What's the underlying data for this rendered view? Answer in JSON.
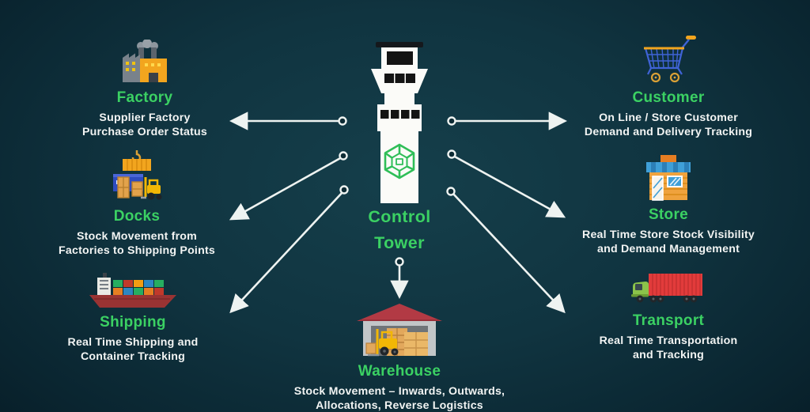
{
  "diagram": {
    "type": "hub-and-spoke supply chain control tower infographic",
    "center": {
      "title_line1": "Control",
      "title_line2": "Tower",
      "logo": "green hexagon box logo on tower shaft"
    },
    "nodes": [
      {
        "id": "factory",
        "title": "Factory",
        "desc_line1": "Supplier Factory",
        "desc_line2": "Purchase Order Status",
        "icon": "factory-icon",
        "side": "left-top"
      },
      {
        "id": "docks",
        "title": "Docks",
        "desc_line1": "Stock Movement from",
        "desc_line2": "Factories to Shipping Points",
        "icon": "docks-icon",
        "side": "left-middle"
      },
      {
        "id": "shipping",
        "title": "Shipping",
        "desc_line1": "Real Time Shipping and",
        "desc_line2": "Container Tracking",
        "icon": "cargo-ship-icon",
        "side": "left-bottom"
      },
      {
        "id": "customer",
        "title": "Customer",
        "desc_line1": "On Line / Store Customer",
        "desc_line2": "Demand and Delivery Tracking",
        "icon": "shopping-cart-icon",
        "side": "right-top"
      },
      {
        "id": "store",
        "title": "Store",
        "desc_line1": "Real Time Store Stock Visibility",
        "desc_line2": "and Demand Management",
        "icon": "storefront-icon",
        "side": "right-middle"
      },
      {
        "id": "transport",
        "title": "Transport",
        "desc_line1": "Real Time Transportation",
        "desc_line2": "and Tracking",
        "icon": "truck-icon",
        "side": "right-bottom"
      },
      {
        "id": "warehouse",
        "title": "Warehouse",
        "desc_line1": "Stock Movement – Inwards, Outwards,",
        "desc_line2": "Allocations, Reverse Logistics",
        "icon": "warehouse-icon",
        "side": "bottom-center"
      }
    ]
  },
  "colors": {
    "accent_green": "#3bd163",
    "text_white": "#f2f4f3",
    "arrow_white": "#eef3f1",
    "background_center": "#123843",
    "background_edge": "#05141b",
    "tower_white": "#fbfbf8",
    "tower_window_black": "#141414"
  }
}
